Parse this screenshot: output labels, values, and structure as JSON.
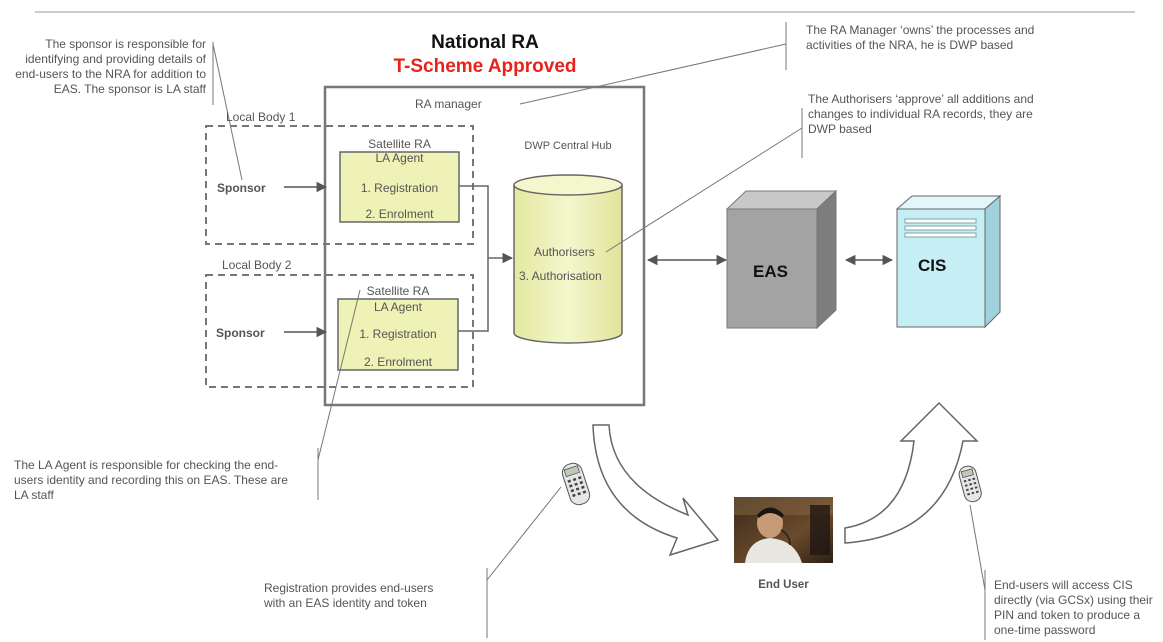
{
  "title": {
    "line1": "National RA",
    "line2": "T-Scheme Approved",
    "line2_color": "#e8221a"
  },
  "labels": {
    "ra_manager": "RA manager",
    "local_body_1": "Local Body 1",
    "local_body_2": "Local Body 2",
    "satellite_ra_1": "Satellite RA",
    "satellite_ra_2": "Satellite RA",
    "la_agent_1": "LA Agent",
    "la_agent_2": "LA Agent",
    "registration_1": "1. Registration",
    "registration_2": "1. Registration",
    "enrolment_1": "2. Enrolment",
    "enrolment_2": "2. Enrolment",
    "sponsor_1": "Sponsor",
    "sponsor_2": "Sponsor",
    "hub_title": "DWP Central Hub",
    "authorisers": "Authorisers",
    "authorisation": "3. Authorisation",
    "eas": "EAS",
    "cis": "CIS",
    "end_user": "End User"
  },
  "annotations": {
    "sponsor": "The sponsor is responsible for identifying and providing details of end-users to the NRA for addition to EAS. The sponsor is LA staff",
    "ra_manager": "The RA Manager ‘owns’ the processes and activities of the NRA, he is DWP based",
    "authorisers": "The Authorisers ‘approve’ all additions and changes to individual RA records, they are DWP based",
    "la_agent": "The LA Agent is responsible for checking the end-users identity and recording this on EAS. These are LA staff",
    "registration": "Registration provides end-users with an EAS identity and token",
    "end_users": "End-users will access CIS directly (via GCSx) using their PIN and token to produce a one-time password"
  },
  "colors": {
    "agent_box": "#eef2b6",
    "hub_cylinder": "#eef2b6",
    "eas_server": "#a3a3a3",
    "cis_server": "#c6eef5",
    "outline": "#666666"
  },
  "icons": {
    "token_left": "token-keypad-icon",
    "token_right": "token-keypad-icon",
    "end_user_photo": "person-with-headset-photo",
    "eas_server": "server-box-icon",
    "cis_server": "server-tower-icon"
  }
}
